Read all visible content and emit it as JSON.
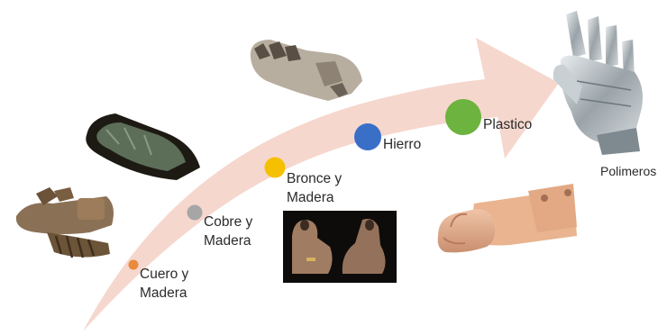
{
  "timeline": {
    "stages": [
      {
        "line1": "Cuero y",
        "line2": "Madera",
        "color": "#e98b3c"
      },
      {
        "line1": "Cobre y",
        "line2": "Madera",
        "color": "#a6a6a6"
      },
      {
        "line1": "Bronce y",
        "line2": "Madera",
        "color": "#f5c000"
      },
      {
        "line1": "Hierro",
        "line2": "",
        "color": "#3a6fc8"
      },
      {
        "line1": "Plastico",
        "line2": "",
        "color": "#6db33f"
      }
    ],
    "final_label": "Polimeros",
    "arrow_color": "#f6d7cd"
  },
  "photos": [
    {
      "icon": "leather-wood-hand-prosthesis"
    },
    {
      "icon": "copper-hand-prosthesis"
    },
    {
      "icon": "iron-hand-prosthesis"
    },
    {
      "icon": "bronze-wood-hand-prosthesis"
    },
    {
      "icon": "plastic-hand-prosthesis"
    },
    {
      "icon": "polymer-robotic-hand"
    }
  ]
}
